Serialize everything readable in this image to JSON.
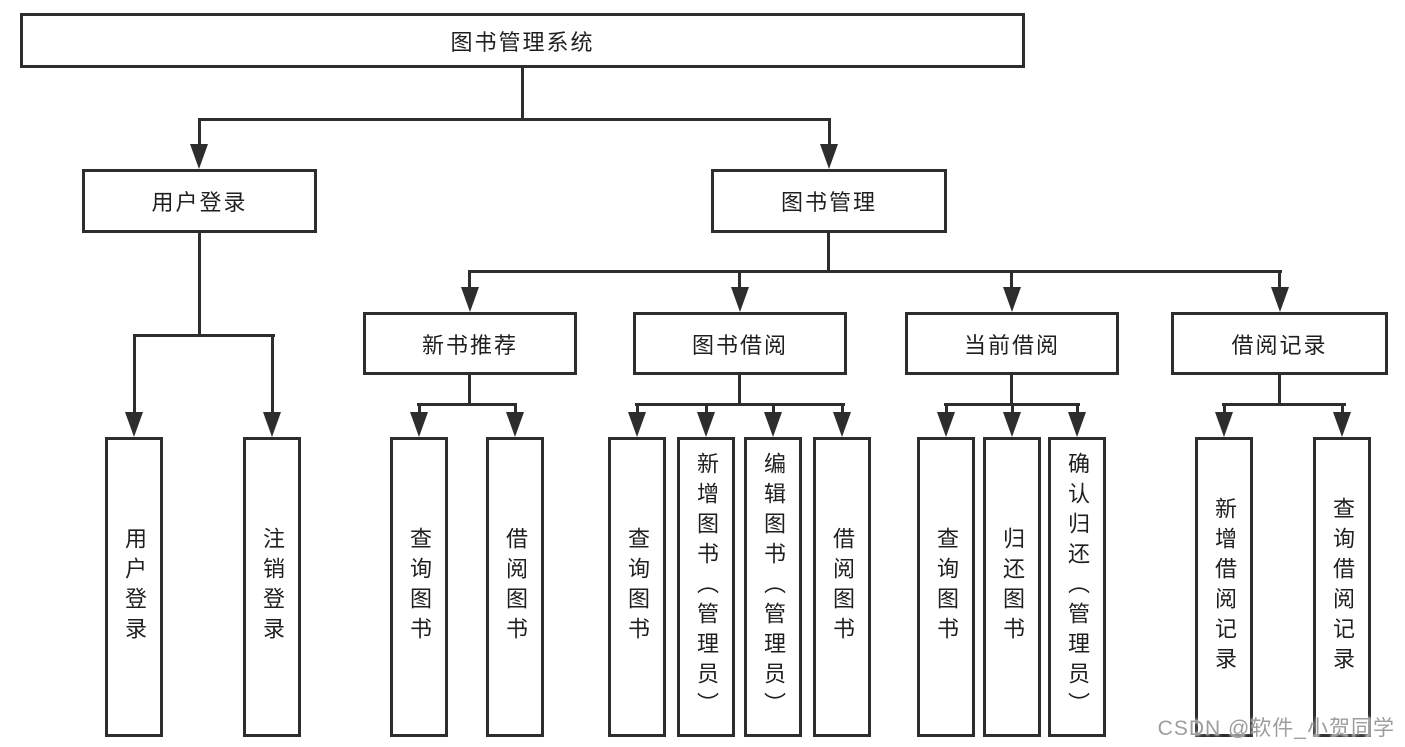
{
  "diagram": {
    "root": {
      "label": "图书管理系统"
    },
    "branches": [
      {
        "label": "用户登录",
        "children": [
          {
            "label": "用户登录"
          },
          {
            "label": "注销登录"
          }
        ]
      },
      {
        "label": "图书管理",
        "children": [
          {
            "label": "新书推荐",
            "children": [
              {
                "label": "查询图书"
              },
              {
                "label": "借阅图书"
              }
            ]
          },
          {
            "label": "图书借阅",
            "children": [
              {
                "label": "查询图书"
              },
              {
                "label": "新增图书（管理员）"
              },
              {
                "label": "编辑图书（管理员）"
              },
              {
                "label": "借阅图书"
              }
            ]
          },
          {
            "label": "当前借阅",
            "children": [
              {
                "label": "查询图书"
              },
              {
                "label": "归还图书"
              },
              {
                "label": "确认归还（管理员）"
              }
            ]
          },
          {
            "label": "借阅记录",
            "children": [
              {
                "label": "新增借阅记录"
              },
              {
                "label": "查询借阅记录"
              }
            ]
          }
        ]
      }
    ]
  },
  "watermark": {
    "text": "CSDN @软件_小贺同学"
  },
  "colors": {
    "line": "#2d2d2d",
    "text": "#1f1f1f",
    "watermark": "#9d9d9d",
    "background": "#ffffff"
  }
}
